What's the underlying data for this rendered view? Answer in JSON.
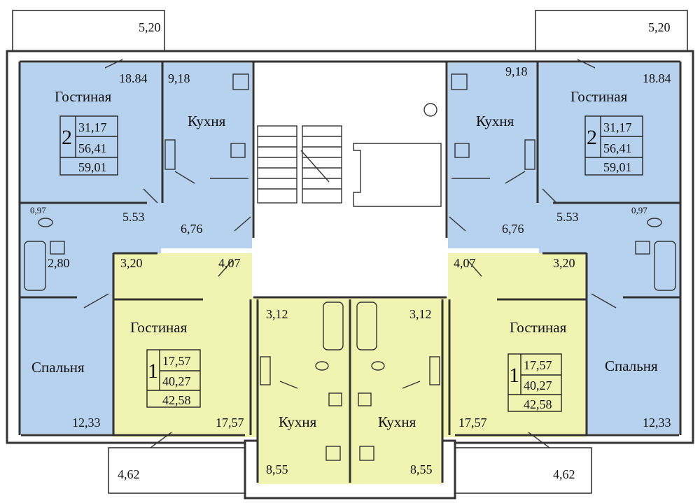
{
  "colors": {
    "two_room": "#b7d2ee",
    "one_room": "#f1f4b0",
    "walls": "#333333"
  },
  "left_2room": {
    "balcony": "5,20",
    "living_name": "Гостиная",
    "living_area": "18.84",
    "kitchen_area": "9,18",
    "kitchen_name": "Кухня",
    "rooms": "2",
    "living_total": "31,17",
    "total": "56,41",
    "total_with_balcony": "59,01",
    "hall": "5.53",
    "corridor": "6,76",
    "wc": "0,97",
    "bath": "2,80",
    "bedroom_name": "Спальня",
    "bedroom_area": "12,33"
  },
  "right_2room": {
    "balcony": "5,20",
    "living_name": "Гостиная",
    "living_area": "18.84",
    "kitchen_area": "9,18",
    "kitchen_name": "Кухня",
    "rooms": "2",
    "living_total": "31,17",
    "total": "56,41",
    "total_with_balcony": "59,01",
    "hall": "5.53",
    "corridor": "6,76",
    "wc": "0,97",
    "bedroom_name": "Спальня",
    "bedroom_area": "12,33"
  },
  "left_1room": {
    "hall_a": "3,20",
    "hall_b": "4,07",
    "living_name": "Гостиная",
    "rooms": "1",
    "living_total": "17,57",
    "total": "40,27",
    "total_with_balcony": "42,58",
    "living_area": "17,57",
    "bath": "3,12",
    "kitchen_name": "Кухня",
    "kitchen_area": "8,55",
    "balcony": "4,62"
  },
  "right_1room": {
    "hall_a": "3,20",
    "hall_b": "4,07",
    "living_name": "Гостиная",
    "rooms": "1",
    "living_total": "17,57",
    "total": "40,27",
    "total_with_balcony": "42,58",
    "living_area": "17,57",
    "bath": "3,12",
    "kitchen_name": "Кухня",
    "kitchen_area": "8,55",
    "balcony": "4,62"
  }
}
